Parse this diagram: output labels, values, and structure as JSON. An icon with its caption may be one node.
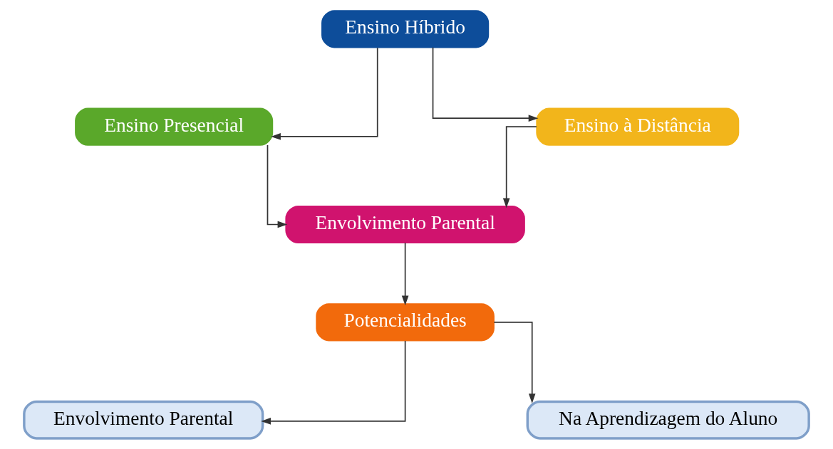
{
  "diagram": {
    "nodes": [
      {
        "text": [
          "Ensino Híbrido"
        ]
      },
      {
        "text": [
          "Ensino Presencial"
        ]
      },
      {
        "text": [
          "Ensino à Distância"
        ]
      },
      {
        "text": [
          "Envolvimento Parental"
        ]
      },
      {
        "text": [
          "Potencialidades"
        ]
      },
      {
        "text": [
          "Envolvimento Parental"
        ]
      },
      {
        "text": [
          "Na Aprendizagem do Aluno"
        ]
      }
    ],
    "edges": [
      {
        "from": 0,
        "to": 1,
        "arrow": "to"
      },
      {
        "from": 0,
        "to": 2,
        "arrow": "to"
      },
      {
        "from": 1,
        "to": 3,
        "arrow": "to"
      },
      {
        "from": 2,
        "to": 3,
        "arrow": "to"
      },
      {
        "from": 3,
        "to": 4,
        "arrow": "to"
      },
      {
        "from": 4,
        "to": 5,
        "arrow": "to"
      },
      {
        "from": 4,
        "to": 6,
        "arrow": "to"
      }
    ]
  }
}
